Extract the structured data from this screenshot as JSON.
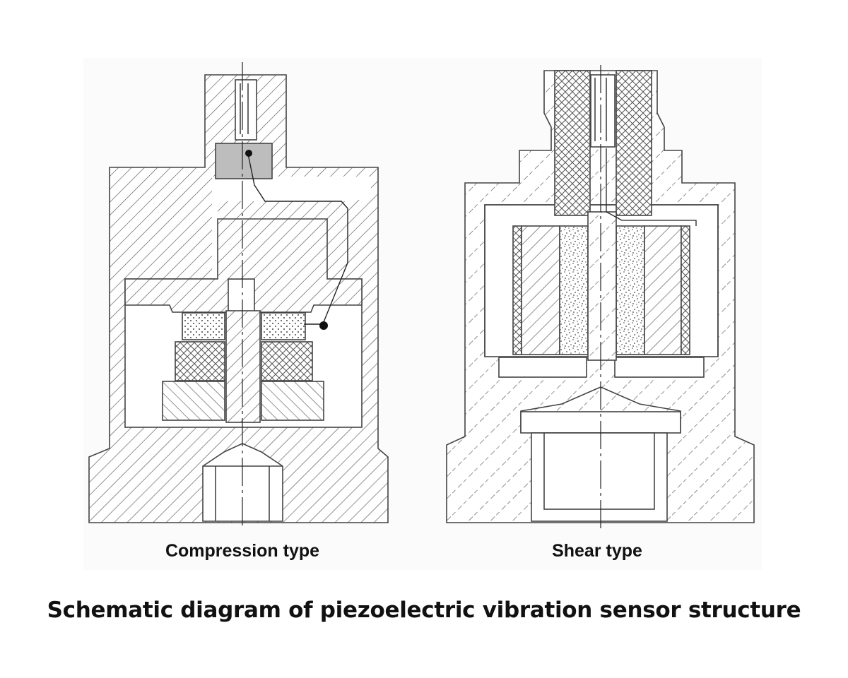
{
  "diagrams": [
    {
      "label": "Compression type"
    },
    {
      "label": "Shear type"
    }
  ],
  "caption": "Schematic diagram of piezoelectric vibration sensor structure"
}
